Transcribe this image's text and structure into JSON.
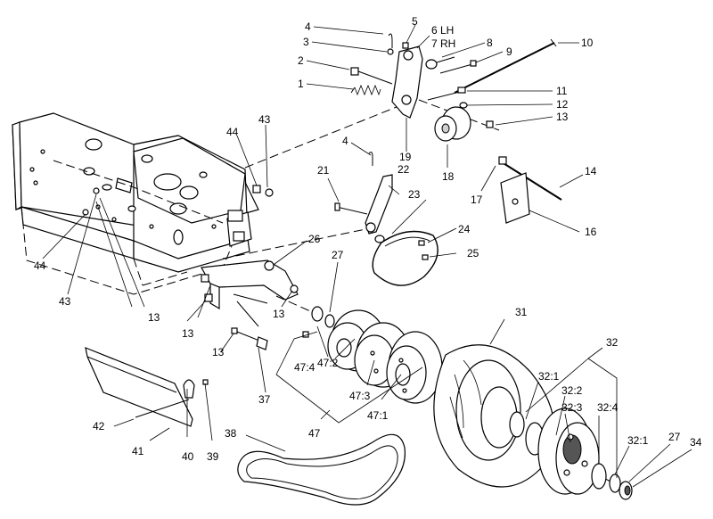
{
  "callouts": [
    {
      "id": "c4a",
      "text": "4"
    },
    {
      "id": "c5",
      "text": "5"
    },
    {
      "id": "c6",
      "text": "6 LH"
    },
    {
      "id": "c7",
      "text": "7 RH"
    },
    {
      "id": "c3",
      "text": "3"
    },
    {
      "id": "c8",
      "text": "8"
    },
    {
      "id": "c9",
      "text": "9"
    },
    {
      "id": "c10",
      "text": "10"
    },
    {
      "id": "c2",
      "text": "2"
    },
    {
      "id": "c1",
      "text": "1"
    },
    {
      "id": "c11",
      "text": "11"
    },
    {
      "id": "c12",
      "text": "12"
    },
    {
      "id": "c13a",
      "text": "13"
    },
    {
      "id": "c19",
      "text": "19"
    },
    {
      "id": "c18",
      "text": "18"
    },
    {
      "id": "c4b",
      "text": "4"
    },
    {
      "id": "c22",
      "text": "22"
    },
    {
      "id": "c21",
      "text": "21"
    },
    {
      "id": "c17",
      "text": "17"
    },
    {
      "id": "c14",
      "text": "14"
    },
    {
      "id": "c16",
      "text": "16"
    },
    {
      "id": "c23",
      "text": "23"
    },
    {
      "id": "c24",
      "text": "24"
    },
    {
      "id": "c25",
      "text": "25"
    },
    {
      "id": "c43a",
      "text": "43"
    },
    {
      "id": "c44a",
      "text": "44"
    },
    {
      "id": "c26",
      "text": "26"
    },
    {
      "id": "c27a",
      "text": "27"
    },
    {
      "id": "c44b",
      "text": "44"
    },
    {
      "id": "c43b",
      "text": "43"
    },
    {
      "id": "c13b",
      "text": "13"
    },
    {
      "id": "c13c",
      "text": "13"
    },
    {
      "id": "c13d",
      "text": "13"
    },
    {
      "id": "c13e",
      "text": "13"
    },
    {
      "id": "c31",
      "text": "31"
    },
    {
      "id": "c32",
      "text": "32"
    },
    {
      "id": "c47_4",
      "text": "47:4"
    },
    {
      "id": "c47_2",
      "text": "47:2"
    },
    {
      "id": "c47_3",
      "text": "47:3"
    },
    {
      "id": "c47_1",
      "text": "47:1"
    },
    {
      "id": "c32_1a",
      "text": "32:1"
    },
    {
      "id": "c32_2",
      "text": "32:2"
    },
    {
      "id": "c32_3",
      "text": "32:3"
    },
    {
      "id": "c32_4",
      "text": "32:4"
    },
    {
      "id": "c32_1b",
      "text": "32:1"
    },
    {
      "id": "c37",
      "text": "37"
    },
    {
      "id": "c42",
      "text": "42"
    },
    {
      "id": "c47",
      "text": "47"
    },
    {
      "id": "c41",
      "text": "41"
    },
    {
      "id": "c40",
      "text": "40"
    },
    {
      "id": "c39",
      "text": "39"
    },
    {
      "id": "c38",
      "text": "38"
    },
    {
      "id": "c27b",
      "text": "27"
    },
    {
      "id": "c34",
      "text": "34"
    }
  ]
}
